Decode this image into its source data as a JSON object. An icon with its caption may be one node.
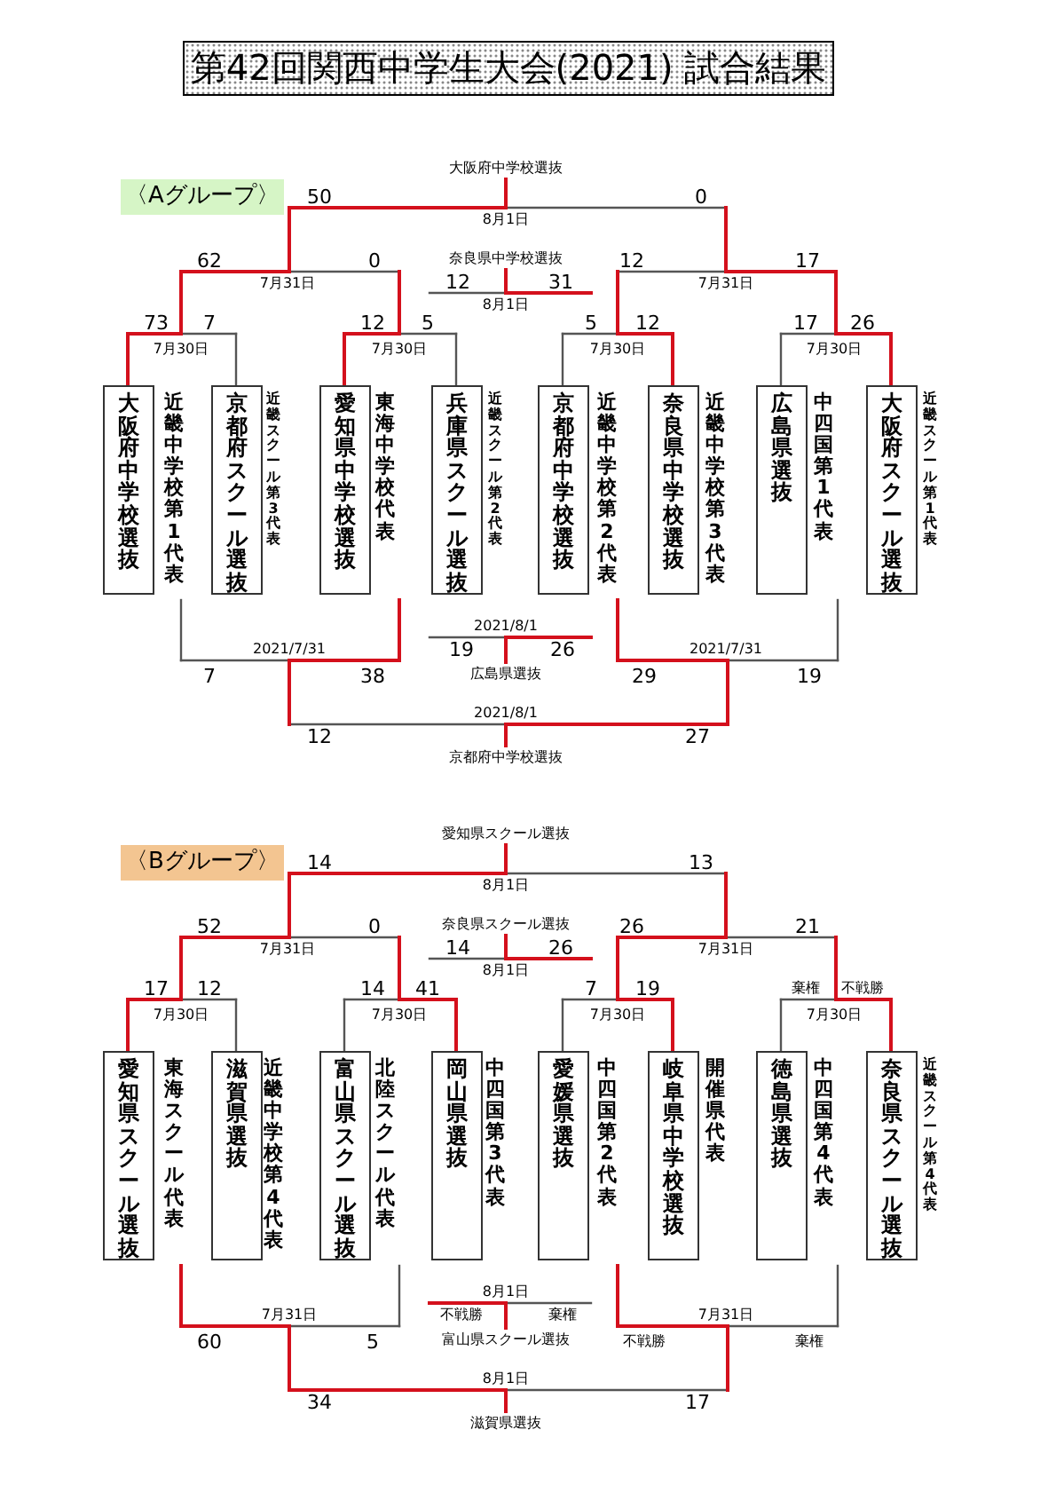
{
  "diagram": {
    "title": "第42回関西中学生大会(2021) 試合結果",
    "nodes": [
      {
        "text": [
          "〈Aグループ〉"
        ]
      },
      {
        "text": [
          "大阪府中学校選抜"
        ],
        "beside": [
          "近畿中学校第1代表"
        ]
      },
      {
        "text": [
          "京都府スクール選抜"
        ],
        "beside": [
          "近畿スクール第3代表"
        ]
      },
      {
        "text": [
          "愛知県中学校選抜"
        ],
        "beside": [
          "東海中学校代表"
        ]
      },
      {
        "text": [
          "兵庫県スクール選抜"
        ],
        "beside": [
          "近畿スクール第2代表"
        ]
      },
      {
        "text": [
          "京都府中学校選抜"
        ],
        "beside": [
          "近畿中学校第2代表"
        ]
      },
      {
        "text": [
          "奈良県中学校選抜"
        ],
        "beside": [
          "近畿中学校第3代表"
        ]
      },
      {
        "text": [
          "広島県選抜"
        ],
        "beside": [
          "中四国第1代表"
        ]
      },
      {
        "text": [
          "大阪府スクール選抜"
        ],
        "beside": [
          "近畿スクール第1代表"
        ]
      },
      {
        "text": [
          "〈Bグループ〉"
        ]
      },
      {
        "text": [
          "愛知県スクール選抜"
        ],
        "beside": [
          "東海スクール代表"
        ]
      },
      {
        "text": [
          "滋賀県選抜"
        ],
        "beside": [
          "近畿中学校第4代表"
        ]
      },
      {
        "text": [
          "富山県スクール選抜"
        ],
        "beside": [
          "北陸スクール代表"
        ]
      },
      {
        "text": [
          "岡山県選抜"
        ],
        "beside": [
          "中四国第3代表"
        ]
      },
      {
        "text": [
          "愛媛県選抜"
        ],
        "beside": [
          "中四国第2代表"
        ]
      },
      {
        "text": [
          "岐阜県中学校選抜"
        ],
        "beside": [
          "開催県代表"
        ]
      },
      {
        "text": [
          "徳島県選抜"
        ],
        "beside": [
          "中四国第4代表"
        ]
      },
      {
        "text": [
          "奈良県スクール選抜"
        ],
        "beside": [
          "近畿スクール第4代表"
        ]
      }
    ],
    "labels": [
      "大阪府中学校選抜",
      "50",
      "0",
      "8月1日",
      "62",
      "0",
      "奈良県中学校選抜",
      "12",
      "17",
      "7月31日",
      "12",
      "31",
      "7月31日",
      "8月1日",
      "73",
      "7",
      "12",
      "5",
      "5",
      "12",
      "17",
      "26",
      "7月30日",
      "7月30日",
      "7月30日",
      "7月30日",
      "2021/8/1",
      "2021/7/31",
      "19",
      "26",
      "2021/7/31",
      "7",
      "38",
      "広島県選抜",
      "29",
      "19",
      "2021/8/1",
      "12",
      "27",
      "京都府中学校選抜",
      "愛知県スクール選抜",
      "14",
      "13",
      "8月1日",
      "52",
      "0",
      "奈良県スクール選抜",
      "26",
      "21",
      "7月31日",
      "14",
      "26",
      "7月31日",
      "8月1日",
      "17",
      "12",
      "14",
      "41",
      "7",
      "19",
      "棄権",
      "不戦勝",
      "7月30日",
      "7月30日",
      "7月30日",
      "7月30日",
      "8月1日",
      "7月31日",
      "不戦勝",
      "棄権",
      "7月31日",
      "60",
      "5",
      "富山県スクール選抜",
      "不戦勝",
      "棄権",
      "8月1日",
      "34",
      "17",
      "滋賀県選抜"
    ]
  }
}
